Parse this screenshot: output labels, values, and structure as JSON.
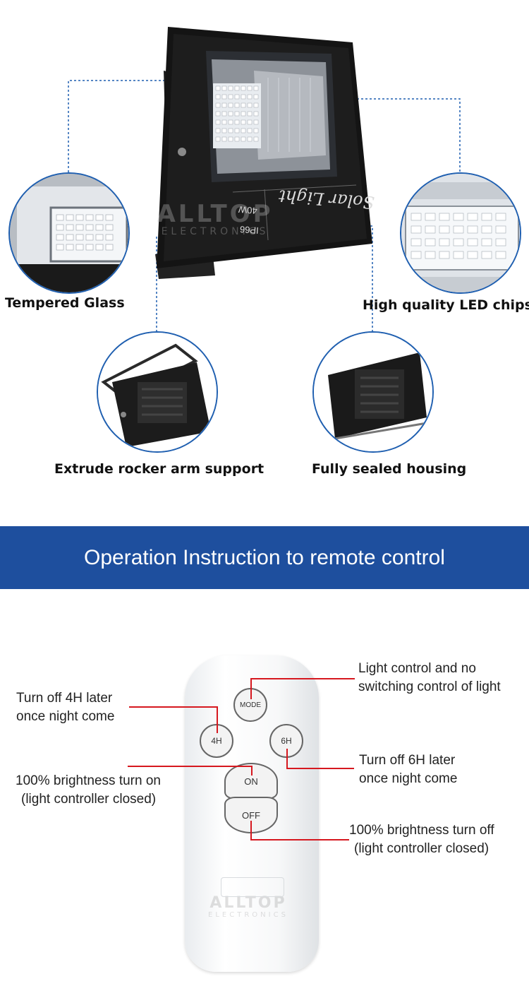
{
  "features": {
    "tempered_glass": "Tempered Glass",
    "led_chips": "High quality LED chips",
    "rocker_arm": "Extrude rocker arm support",
    "sealed_housing": "Fully sealed housing"
  },
  "product_panel": {
    "brand": "Solar Light",
    "watt": "40W",
    "ip": "IP66"
  },
  "watermark": {
    "line1": "ALLTOP",
    "line2": "ELECTRONICS"
  },
  "banner": {
    "title": "Operation Instruction to remote control"
  },
  "remote": {
    "buttons": {
      "mode": "MODE",
      "four_h": "4H",
      "six_h": "6H",
      "on": "ON",
      "off": "OFF"
    },
    "notes": {
      "four_h_line1": "Turn off 4H later",
      "four_h_line2": "once night come",
      "mode_line1": "Light control and no",
      "mode_line2": "switching control of light",
      "on_line1": "100% brightness turn on",
      "on_line2": "(light controller closed)",
      "six_h_line1": "Turn off 6H later",
      "six_h_line2": "once night come",
      "off_line1": "100% brightness turn off",
      "off_line2": "(light controller closed)"
    }
  },
  "colors": {
    "banner": "#1e4f9e",
    "callout_blue": "#1f5fb0",
    "callout_red": "#d6181f"
  }
}
